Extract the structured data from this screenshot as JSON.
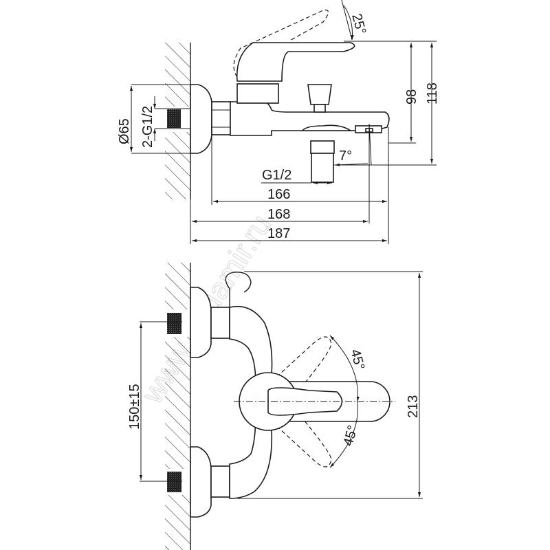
{
  "watermark": "www.aquamir.ru",
  "side_view": {
    "lever_angle": "25°",
    "spout_angle": "7°",
    "flange_diameter": "Ø65",
    "wall_connection": "2-G1/2",
    "outlet_thread": "G1/2",
    "height_spout": "98",
    "height_total": "118",
    "length_166": "166",
    "length_168": "168",
    "length_187": "187"
  },
  "front_view": {
    "lever_angle_up": "45°",
    "lever_angle_down": "45°",
    "height_total": "213",
    "inlet_spacing": "150±15"
  },
  "colors": {
    "line": "#1a1a1a",
    "background": "#ffffff"
  }
}
